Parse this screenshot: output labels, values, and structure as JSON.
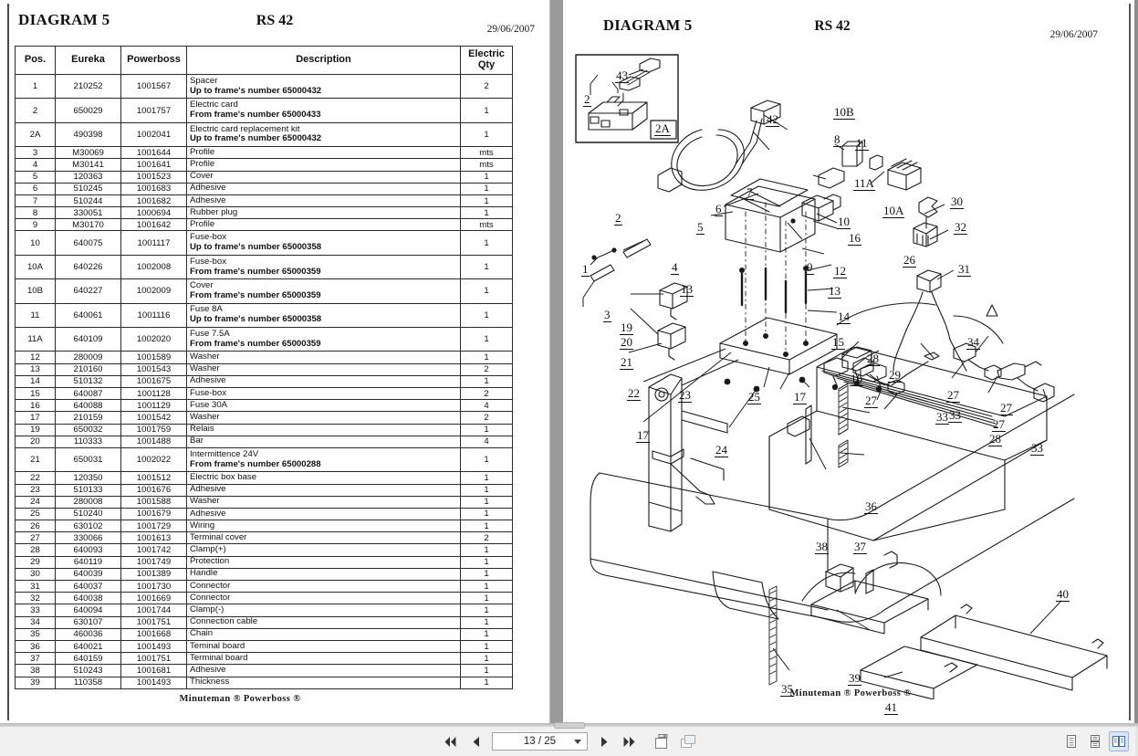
{
  "document": {
    "diagram_label": "DIAGRAM 5",
    "model": "RS 42",
    "date": "29/06/2007",
    "brand": "Minuteman ® Powerboss ®"
  },
  "table": {
    "headers": {
      "pos": "Pos.",
      "eureka": "Eureka",
      "powerboss": "Powerboss",
      "description": "Description",
      "qty": "Electric\nQty",
      "qty_line1": "Electric",
      "qty_line2": "Qty"
    },
    "rows": [
      {
        "pos": "1",
        "eureka": "210252",
        "powerboss": "1001567",
        "desc": "Spacer",
        "sub": "Up to frame's number 65000432",
        "qty": "2"
      },
      {
        "pos": "2",
        "eureka": "650029",
        "powerboss": "1001757",
        "desc": "Electric card",
        "sub": "From frame's number 65000433",
        "qty": "1"
      },
      {
        "pos": "2A",
        "eureka": "490398",
        "powerboss": "1002041",
        "desc": "Electric card replacement kit",
        "sub": "Up to frame's number 65000432",
        "qty": "1"
      },
      {
        "pos": "3",
        "eureka": "M30069",
        "powerboss": "1001644",
        "desc": "Profile",
        "sub": "",
        "qty": "mts"
      },
      {
        "pos": "4",
        "eureka": "M30141",
        "powerboss": "1001641",
        "desc": "Profile",
        "sub": "",
        "qty": "mts"
      },
      {
        "pos": "5",
        "eureka": "120363",
        "powerboss": "1001523",
        "desc": "Cover",
        "sub": "",
        "qty": "1"
      },
      {
        "pos": "6",
        "eureka": "510245",
        "powerboss": "1001683",
        "desc": "Adhesive",
        "sub": "",
        "qty": "1"
      },
      {
        "pos": "7",
        "eureka": "510244",
        "powerboss": "1001682",
        "desc": "Adhesive",
        "sub": "",
        "qty": "1"
      },
      {
        "pos": "8",
        "eureka": "330051",
        "powerboss": "1000694",
        "desc": "Rubber plug",
        "sub": "",
        "qty": "1"
      },
      {
        "pos": "9",
        "eureka": "M30170",
        "powerboss": "1001642",
        "desc": "Profile",
        "sub": "",
        "qty": "mts"
      },
      {
        "pos": "10",
        "eureka": "640075",
        "powerboss": "1001117",
        "desc": "Fuse-box",
        "sub": "Up to frame's number 65000358",
        "qty": "1"
      },
      {
        "pos": "10A",
        "eureka": "640226",
        "powerboss": "1002008",
        "desc": "Fuse-box",
        "sub": "From frame's number 65000359",
        "qty": "1"
      },
      {
        "pos": "10B",
        "eureka": "640227",
        "powerboss": "1002009",
        "desc": "Cover",
        "sub": "From frame's number 65000359",
        "qty": "1"
      },
      {
        "pos": "11",
        "eureka": "640061",
        "powerboss": "1001116",
        "desc": "Fuse 8A",
        "sub": "Up to frame's number 65000358",
        "qty": "1"
      },
      {
        "pos": "11A",
        "eureka": "640109",
        "powerboss": "1002020",
        "desc": "Fuse 7.5A",
        "sub": "From frame's number 65000359",
        "qty": "1"
      },
      {
        "pos": "12",
        "eureka": "280009",
        "powerboss": "1001589",
        "desc": "Washer",
        "sub": "",
        "qty": "1"
      },
      {
        "pos": "13",
        "eureka": "210160",
        "powerboss": "1001543",
        "desc": "Washer",
        "sub": "",
        "qty": "2"
      },
      {
        "pos": "14",
        "eureka": "510132",
        "powerboss": "1001675",
        "desc": "Adhesive",
        "sub": "",
        "qty": "1"
      },
      {
        "pos": "15",
        "eureka": "640087",
        "powerboss": "1001128",
        "desc": "Fuse-box",
        "sub": "",
        "qty": "2"
      },
      {
        "pos": "16",
        "eureka": "640088",
        "powerboss": "1001129",
        "desc": "Fuse 30A",
        "sub": "",
        "qty": "4"
      },
      {
        "pos": "17",
        "eureka": "210159",
        "powerboss": "1001542",
        "desc": "Washer",
        "sub": "",
        "qty": "2"
      },
      {
        "pos": "19",
        "eureka": "650032",
        "powerboss": "1001759",
        "desc": "Relais",
        "sub": "",
        "qty": "1"
      },
      {
        "pos": "20",
        "eureka": "110333",
        "powerboss": "1001488",
        "desc": "Bar",
        "sub": "",
        "qty": "4"
      },
      {
        "pos": "21",
        "eureka": "650031",
        "powerboss": "1002022",
        "desc": "Intermittence 24V",
        "sub": "From frame's number 65000288",
        "qty": "1"
      },
      {
        "pos": "22",
        "eureka": "120350",
        "powerboss": "1001512",
        "desc": "Electric box base",
        "sub": "",
        "qty": "1"
      },
      {
        "pos": "23",
        "eureka": "510133",
        "powerboss": "1001676",
        "desc": "Adhesive",
        "sub": "",
        "qty": "1"
      },
      {
        "pos": "24",
        "eureka": "280008",
        "powerboss": "1001588",
        "desc": "Washer",
        "sub": "",
        "qty": "1"
      },
      {
        "pos": "25",
        "eureka": "510240",
        "powerboss": "1001679",
        "desc": "Adhesive",
        "sub": "",
        "qty": "1"
      },
      {
        "pos": "26",
        "eureka": "630102",
        "powerboss": "1001729",
        "desc": "Wiring",
        "sub": "",
        "qty": "1"
      },
      {
        "pos": "27",
        "eureka": "330066",
        "powerboss": "1001613",
        "desc": "Terminal cover",
        "sub": "",
        "qty": "2"
      },
      {
        "pos": "28",
        "eureka": "640093",
        "powerboss": "1001742",
        "desc": "Clamp(+)",
        "sub": "",
        "qty": "1"
      },
      {
        "pos": "29",
        "eureka": "640119",
        "powerboss": "1001749",
        "desc": "Protection",
        "sub": "",
        "qty": "1"
      },
      {
        "pos": "30",
        "eureka": "640039",
        "powerboss": "1001389",
        "desc": "Handle",
        "sub": "",
        "qty": "1"
      },
      {
        "pos": "31",
        "eureka": "640037",
        "powerboss": "1001730",
        "desc": "Connector",
        "sub": "",
        "qty": "1"
      },
      {
        "pos": "32",
        "eureka": "640038",
        "powerboss": "1001669",
        "desc": "Connector",
        "sub": "",
        "qty": "1"
      },
      {
        "pos": "33",
        "eureka": "640094",
        "powerboss": "1001744",
        "desc": "Clamp(-)",
        "sub": "",
        "qty": "1"
      },
      {
        "pos": "34",
        "eureka": "630107",
        "powerboss": "1001751",
        "desc": "Connection cable",
        "sub": "",
        "qty": "1"
      },
      {
        "pos": "35",
        "eureka": "460036",
        "powerboss": "1001668",
        "desc": "Chain",
        "sub": "",
        "qty": "1"
      },
      {
        "pos": "36",
        "eureka": "640021",
        "powerboss": "1001493",
        "desc": "Teminal board",
        "sub": "",
        "qty": "1"
      },
      {
        "pos": "37",
        "eureka": "640159",
        "powerboss": "1001751",
        "desc": "Terminal board",
        "sub": "",
        "qty": "1"
      },
      {
        "pos": "38",
        "eureka": "510243",
        "powerboss": "1001681",
        "desc": "Adhesive",
        "sub": "",
        "qty": "1"
      },
      {
        "pos": "39",
        "eureka": "110358",
        "powerboss": "1001493",
        "desc": "Thickness",
        "sub": "",
        "qty": "1"
      }
    ]
  },
  "diagram": {
    "inset_label": "2A",
    "callouts": [
      "43",
      "2",
      "2A",
      "42",
      "8",
      "11",
      "10B",
      "11A",
      "10A",
      "30",
      "32",
      "31",
      "34",
      "7",
      "10",
      "16",
      "26",
      "6",
      "5",
      "9",
      "12",
      "13",
      "14",
      "15",
      "1",
      "4",
      "3",
      "19",
      "20",
      "21",
      "22",
      "23",
      "24",
      "25",
      "17",
      "27",
      "28",
      "29",
      "33",
      "36",
      "37",
      "38",
      "35",
      "39",
      "40",
      "41"
    ]
  },
  "toolbar": {
    "first_page_label": "first-page",
    "prev_page_label": "previous-page",
    "page_indicator": "13 / 25",
    "next_page_label": "next-page",
    "last_page_label": "last-page",
    "fit_page_label": "fit-page",
    "fit_width_label": "fit-width",
    "view_single_label": "single-page-view",
    "view_continuous_label": "continuous-view",
    "view_facing_label": "facing-pages-view"
  },
  "colors": {
    "page_background": "#ffffff",
    "viewer_background": "#9a9a9a",
    "toolbar_background": "#f1f1f1",
    "ink": "#111111",
    "active_view": "#dbe6f4"
  }
}
